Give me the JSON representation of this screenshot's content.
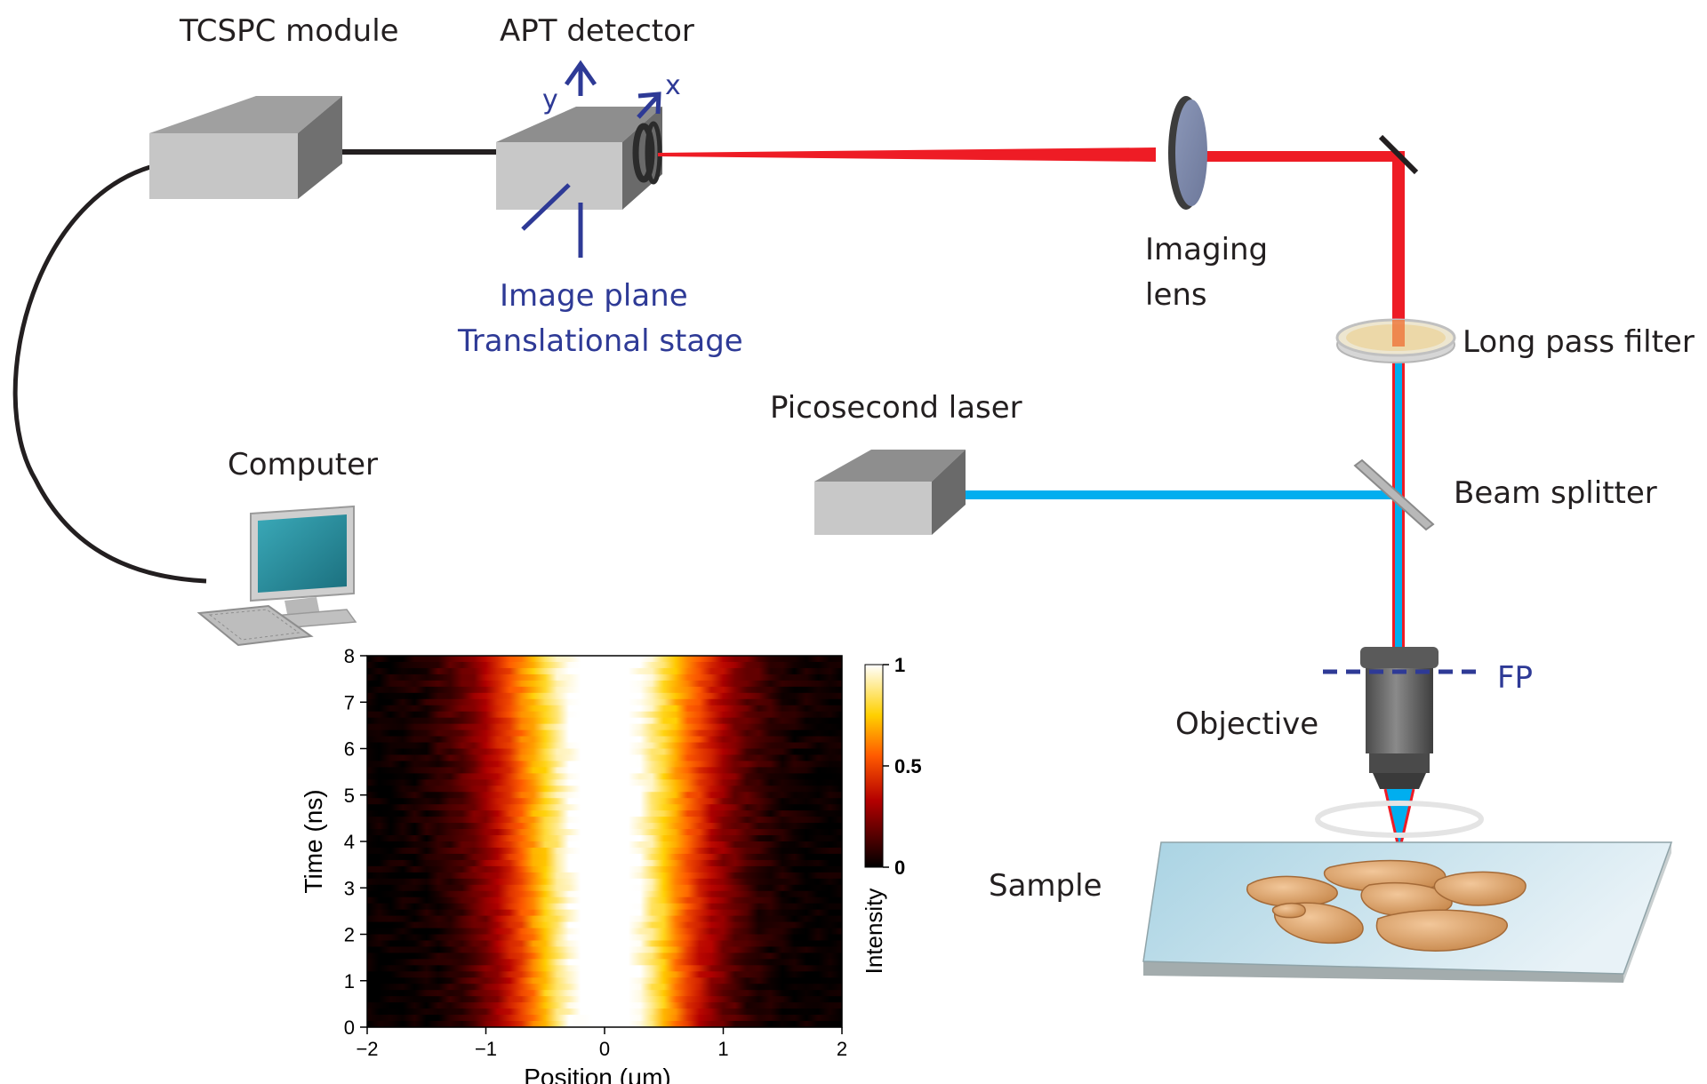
{
  "labels": {
    "tcspc": "TCSPC module",
    "apt": "APT detector",
    "axis_y": "y",
    "axis_x": "x",
    "image_plane": "Image plane",
    "translational_stage": "Translational stage",
    "imaging_line1": "Imaging",
    "imaging_line2": "lens",
    "long_pass": "Long pass filter",
    "picosecond_laser": "Picosecond laser",
    "beam_splitter": "Beam splitter",
    "computer": "Computer",
    "fp": "FP",
    "objective": "Objective",
    "sample": "Sample"
  },
  "colors": {
    "red_beam": "#ee1c25",
    "blue_beam": "#00aeef",
    "annotation_blue": "#2e3a96",
    "box_front": "#c8c8c8",
    "box_top": "#8c8c8c",
    "box_side": "#6d6d6d"
  },
  "chart_data": {
    "type": "heatmap",
    "xlabel": "Position (μm)",
    "ylabel": "Time (ns)",
    "xlim": [
      -2,
      2
    ],
    "ylim": [
      0,
      8
    ],
    "x_ticks": [
      "−2",
      "−1",
      "0",
      "1",
      "2"
    ],
    "y_ticks": [
      "0",
      "1",
      "2",
      "3",
      "4",
      "5",
      "6",
      "7",
      "8"
    ],
    "colorbar": {
      "label": "Intensity",
      "ticks": [
        "0",
        "0.5",
        "1"
      ],
      "range": [
        0,
        1
      ],
      "colormap": "hot"
    },
    "profile_center": 0,
    "profile_width_start": 0.95,
    "profile_width_end": 1.15
  }
}
